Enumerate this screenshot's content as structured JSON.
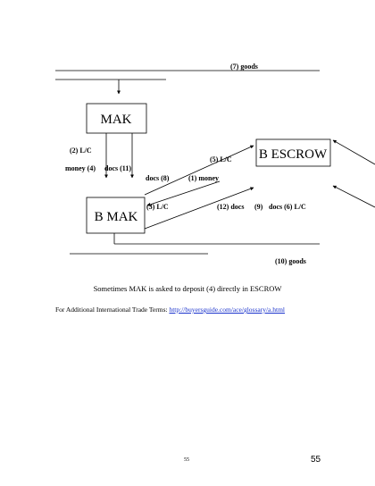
{
  "diagram": {
    "nodes": {
      "mak": "MAK",
      "bmak": "B MAK",
      "bescrow": "B ESCROW"
    },
    "labels": {
      "goods7": "(7) goods",
      "lc2": "(2) L/C",
      "money4": "money (4)",
      "docs11": "docs (11)",
      "lc5": "(5) L/C",
      "docs8": "docs (8)",
      "money1": "(1) money",
      "lc3": "(3) L/C",
      "docs12": "(12) docs",
      "n9": "(9)",
      "docs6lc": "docs (6) L/C",
      "goods10": "(10) goods"
    }
  },
  "note": "Sometimes MAK is asked to deposit (4) directly in ESCROW",
  "terms": {
    "prefix": "For Additional International Trade Terms: ",
    "link": "http://buyersguide.com/ace/glossary/a.html"
  },
  "footer": {
    "page_small": "55",
    "page_big": "55"
  }
}
